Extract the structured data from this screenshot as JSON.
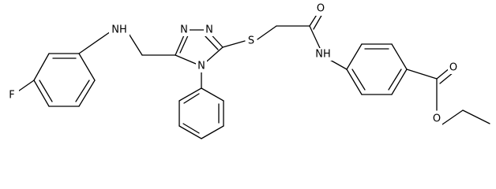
{
  "atom_labels": {
    "F": "F",
    "NH_left": "NH",
    "N_ring_1": "N",
    "N_ring_2": "N",
    "N_ring_4": "N",
    "S": "S",
    "O_amide": "O",
    "NH_right": "NH",
    "O_ester_carbonyl": "O",
    "O_ester": "O"
  },
  "colors": {
    "bond": "#000000",
    "text": "#000000",
    "background": "#ffffff"
  }
}
